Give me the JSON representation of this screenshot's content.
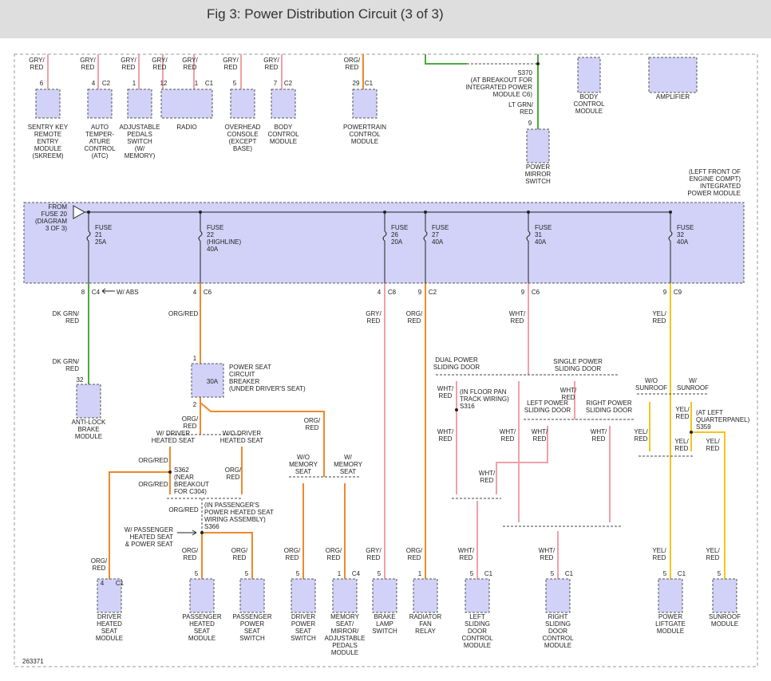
{
  "title": "Fig 3: Power Distribution Circuit (3 of 3)",
  "figure_id": "263371",
  "colors": {
    "wire_org": "#f0892a",
    "wire_pink": "#f0a0a8",
    "wire_green": "#4caa3c",
    "wire_yellow": "#f3c51c",
    "component_fill": "#d2d2f8",
    "header_bg": "#dedede"
  },
  "top_components": [
    {
      "wire": "GRY/ RED",
      "pin": "6",
      "conn": "",
      "label": "SENTRY KEY REMOTE ENTRY MODULE (SKREEM)"
    },
    {
      "wire": "GRY/ RED",
      "pin": "4",
      "conn": "C2",
      "label": "AUTO TEMPER- ATURE CONTROL (ATC)"
    },
    {
      "wire": "GRY/ RED",
      "pin": "1",
      "conn": "",
      "label": "ADJUSTABLE PEDALS SWITCH (W/ MEMORY)"
    },
    {
      "wire": "GRY/ RED",
      "pin": "12",
      "conn": "",
      "label": "RADIO"
    },
    {
      "wire": "GRY/ RED",
      "pin": "1",
      "conn": "C1",
      "label": ""
    },
    {
      "wire": "GRY/ RED",
      "pin": "5",
      "conn": "",
      "label": "OVERHEAD CONSOLE (EXCEPT BASE)"
    },
    {
      "wire": "GRY/ RED",
      "pin": "7",
      "conn": "C2",
      "label": "BODY CONTROL MODULE"
    },
    {
      "wire": "ORG/ RED",
      "pin": "29",
      "conn": "C1",
      "label": "POWERTRAIN CONTROL MODULE"
    }
  ],
  "splice_s370": {
    "id": "S370",
    "note": "(AT BREAKOUT FOR INTEGRATED POWER MODULE C6)",
    "wire": "LT GRN/ RED",
    "pin": "9",
    "label": "POWER MIRROR SWITCH"
  },
  "top_right": {
    "bcm": "BODY CONTROL MODULE",
    "amp": "AMPLIFIER"
  },
  "ipm": {
    "label": "(LEFT FRONT OF ENGINE COMPT) INTEGRATED POWER MODULE",
    "from_fuse": "FROM FUSE 20 (DIAGRAM 3 OF 3)",
    "fuses": [
      {
        "name": "FUSE",
        "num": "21",
        "extra": "",
        "amp": "25A",
        "pin": "8",
        "conn": "C4"
      },
      {
        "name": "FUSE",
        "num": "22",
        "extra": "(HIGHLINE)",
        "amp": "40A",
        "pin": "4",
        "conn": "C6"
      },
      {
        "name": "FUSE",
        "num": "26",
        "extra": "",
        "amp": "20A",
        "pin": "4",
        "conn": "C8"
      },
      {
        "name": "FUSE",
        "num": "27",
        "extra": "",
        "amp": "40A",
        "pin": "9",
        "conn": "C2"
      },
      {
        "name": "FUSE",
        "num": "31",
        "extra": "",
        "amp": "40A",
        "pin": "9",
        "conn": "C6"
      },
      {
        "name": "FUSE",
        "num": "32",
        "extra": "",
        "amp": "40A",
        "pin": "9",
        "conn": "C9"
      }
    ],
    "w_abs": "W/ ABS"
  },
  "wires": {
    "dkgrn": "DK GRN/ RED",
    "orgred": "ORG/RED",
    "org_red": "ORG/ RED",
    "gryred": "GRY/ RED",
    "whtred": "WHT/ RED",
    "yelred": "YEL/ RED"
  },
  "circuit_breaker": {
    "label": "POWER SEAT CIRCUIT BREAKER (UNDER DRIVER'S SEAT)",
    "amp": "30A",
    "pin_top": "1",
    "pin_bot": "2"
  },
  "labels": {
    "w_driver_heated": "W/ DRIVER HEATED SEAT",
    "wo_driver_heated": "W/O DRIVER HEATED SEAT",
    "wo_memory": "W/O MEMORY SEAT",
    "w_memory": "W/ MEMORY SEAT",
    "s362": "S362 (NEAR BREAKOUT FOR C304)",
    "s366_note": "(IN PASSENGER'S POWER HEATED SEAT WIRING ASSEMBLY)",
    "s366": "S366",
    "w_pass_heated": "W/ PASSENGER HEATED SEAT & POWER SEAT",
    "dual_sliding": "DUAL POWER SLIDING DOOR",
    "single_sliding": "SINGLE POWER SLIDING DOOR",
    "s316": "(IN FLOOR PAN TRACK WIRING) S316",
    "left_sliding": "LEFT POWER SLIDING DOOR",
    "right_sliding": "RIGHT POWER SLIDING DOOR",
    "wo_sunroof": "W/O SUNROOF",
    "w_sunroof": "W/ SUNROOF",
    "s359": "(AT LEFT QUARTERPANEL) S359"
  },
  "bottom_components": [
    {
      "pin": "32",
      "conn": "",
      "label": "ANTI-LOCK BRAKE MODULE"
    },
    {
      "pin": "4",
      "conn": "C1",
      "label": "DRIVER HEATED SEAT MODULE"
    },
    {
      "pin": "5",
      "conn": "",
      "label": "PASSENGER HEATED SEAT MODULE"
    },
    {
      "pin": "5",
      "conn": "",
      "label": "PASSENGER POWER SEAT SWITCH"
    },
    {
      "pin": "5",
      "conn": "",
      "label": "DRIVER POWER SEAT SWITCH"
    },
    {
      "pin": "1",
      "conn": "C4",
      "label": "MEMORY SEAT/ MIRROR/ ADJUSTABLE PEDALS MODULE"
    },
    {
      "pin": "5",
      "conn": "",
      "label": "BRAKE LAMP SWITCH"
    },
    {
      "pin": "1",
      "conn": "",
      "label": "RADIATOR FAN RELAY"
    },
    {
      "pin": "5",
      "conn": "C1",
      "label": "LEFT SLIDING DOOR CONTROL MODULE"
    },
    {
      "pin": "5",
      "conn": "C1",
      "label": "RIGHT SLIDING DOOR CONTROL MODULE"
    },
    {
      "pin": "5",
      "conn": "C1",
      "label": "POWER LIFTGATE MODULE"
    },
    {
      "pin": "5",
      "conn": "",
      "label": "SUNROOF MODULE"
    }
  ]
}
